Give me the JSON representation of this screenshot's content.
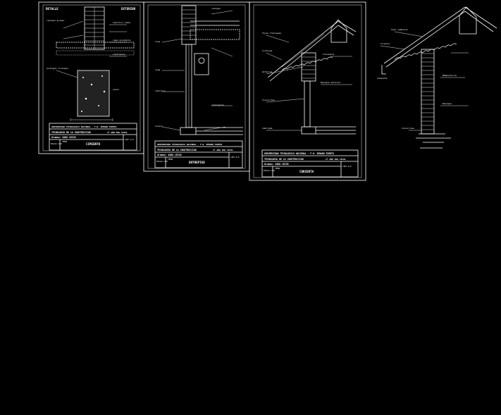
{
  "sheets": [
    {
      "header_left": "DETALLE",
      "header_right": "EXTERIOR",
      "institution": "UNIVERSIDAD TECNOLOGICA NACIONAL - F.R. VENADO TUERTO",
      "subject": "TECNOLOGIA DE LA CONSTRUCCION",
      "course": "2º AÑO ING CIVIL",
      "student": "Alumno: SARA LEIVA",
      "scale_label": "ESCALA 1:10",
      "theme_label": "TEMA",
      "theme": "CIMIENTO",
      "sheet_no": "LAM 1/3"
    },
    {
      "institution": "UNIVERSIDAD TECNOLOGICA NACIONAL - F.R. VENADO TUERTO",
      "subject": "TECNOLOGIA DE LA CONSTRUCCION",
      "course": "2º AÑO ING CIVIL",
      "student": "Alumno: SARA LEIVA",
      "scale_label": "ESCALA 1:10",
      "theme_label": "TEMA",
      "theme": "ENTREPISO",
      "sheet_no": "LAM 2/3"
    },
    {
      "institution": "UNIVERSIDAD TECNOLOGICA NACIONAL - F.R. VENADO TUERTO",
      "subject": "TECNOLOGIA DE LA CONSTRUCCION",
      "course": "2º AÑO ING CIVIL",
      "student": "Alumno: SARA LEIVA",
      "scale_label": "ESCALA 1:10",
      "theme_label": "TEMA",
      "theme": "CUBIERTA",
      "sheet_no": "LAM 3/3"
    }
  ],
  "annotations": {
    "cimiento": [
      "revoque grueso",
      "ladrillo comun",
      "capa aisladora",
      "contrapiso",
      "hormigon ciclopeo",
      "suelo"
    ],
    "entrepiso": [
      "losa",
      "viga",
      "ladrillo",
      "revoque",
      "zocalo",
      "contrapiso"
    ],
    "cubierta": [
      "Tejas francesas",
      "Listones",
      "Clavadera",
      "Alfajias",
      "Cielorraso",
      "Revoque exterior",
      "Cabriada"
    ],
    "detalle": [
      "Teja cumbrera",
      "Tirante",
      "Canaleta",
      "Mamposteria",
      "Revoque",
      "Cielorraso"
    ]
  }
}
